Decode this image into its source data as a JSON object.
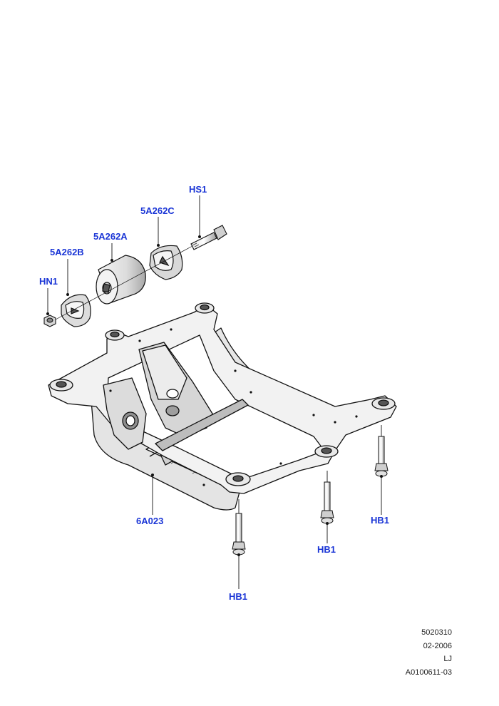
{
  "diagram": {
    "callouts": {
      "hs1": "HS1",
      "c5a262c": "5A262C",
      "c5a262a": "5A262A",
      "c5a262b": "5A262B",
      "hn1": "HN1",
      "c6a023": "6A023",
      "hb1_left": "HB1",
      "hb1_mid": "HB1",
      "hb1_right": "HB1"
    },
    "reference": {
      "line1": "5020310",
      "line2": "02-2006",
      "line3": "LJ",
      "line4": "A0100611-03"
    },
    "colors": {
      "callout": "#1a35d6",
      "line": "#111111",
      "shade": "#d9d9d9",
      "shade_dark": "#bdbdbd"
    }
  }
}
